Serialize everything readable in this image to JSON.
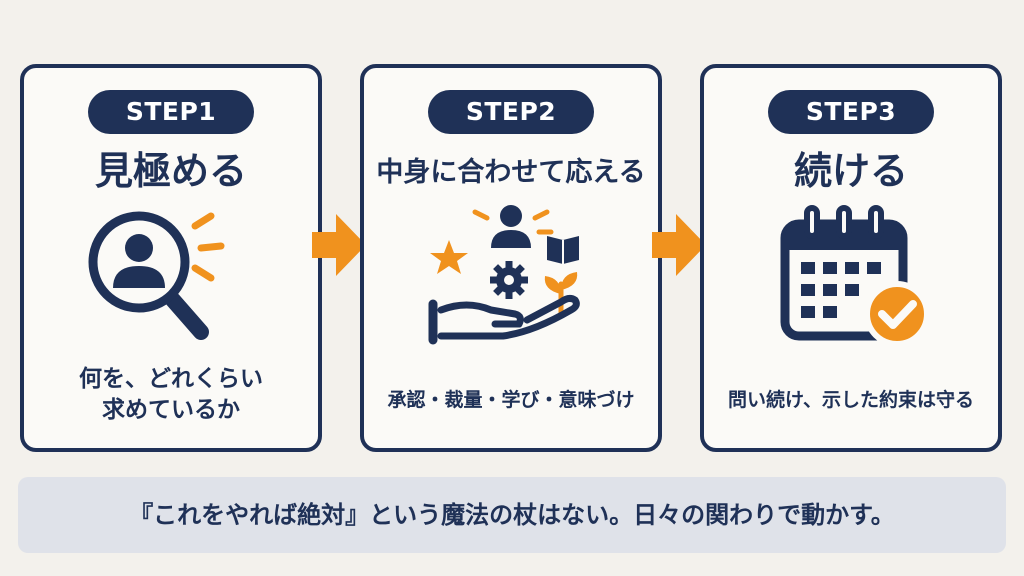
{
  "colors": {
    "navy": "#1f3157",
    "orange": "#f0921e",
    "background": "#f3f1ec",
    "card": "#fbfaf7",
    "banner": "#dfe2e9"
  },
  "steps": [
    {
      "badge": "STEP1",
      "title": "見極める",
      "caption_lines": [
        "何を、どれくらい",
        "求めているか"
      ],
      "icon": "magnifier-person-icon"
    },
    {
      "badge": "STEP2",
      "title": "中身に合わせて応える",
      "caption_lines": [
        "承認・裁量・学び・意味づけ"
      ],
      "icon": "hand-offering-icon"
    },
    {
      "badge": "STEP3",
      "title": "続ける",
      "caption_lines": [
        "問い続け、示した約束は守る"
      ],
      "icon": "calendar-check-icon"
    }
  ],
  "arrows": [
    "arrow-right-icon",
    "arrow-right-icon"
  ],
  "banner": {
    "text": "『これをやれば絶対』という魔法の杖はない。日々の関わりで動かす。"
  }
}
